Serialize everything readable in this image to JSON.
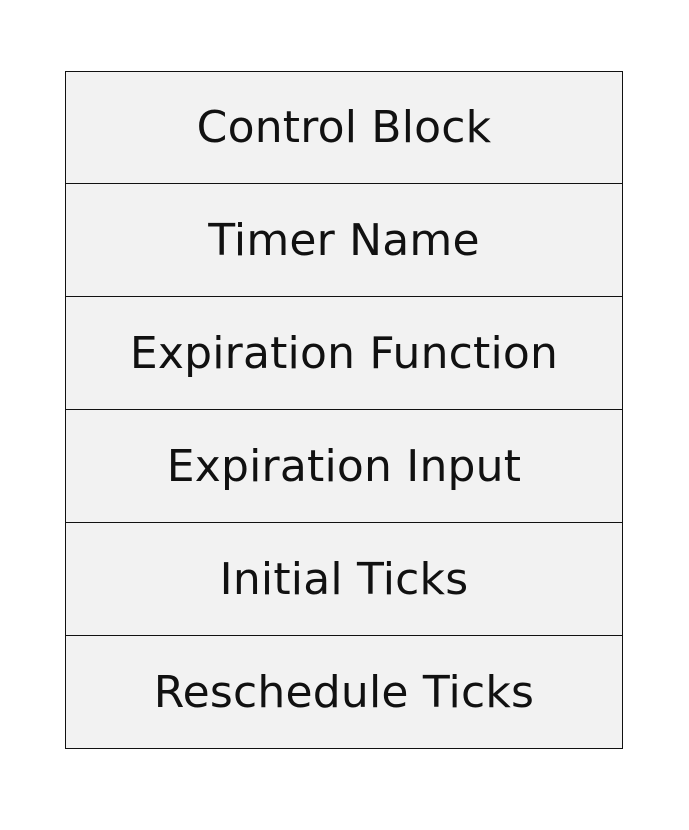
{
  "diagram": {
    "rows": [
      "Control Block",
      "Timer Name",
      "Expiration Function",
      "Expiration Input",
      "Initial Ticks",
      "Reschedule Ticks"
    ]
  }
}
